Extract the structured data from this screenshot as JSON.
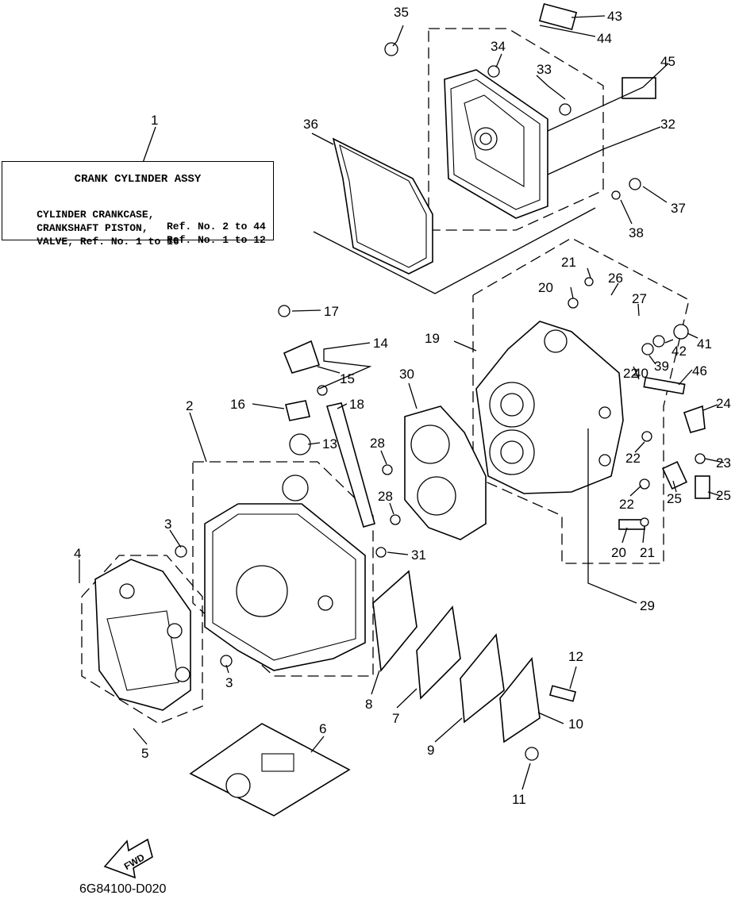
{
  "info_box": {
    "callout": "1",
    "title": "CRANK CYLINDER ASSY",
    "lines": [
      {
        "text": "CYLINDER CRANKCASE,",
        "ref": "Ref. No. 2 to 44"
      },
      {
        "text": "CRANKSHAFT PISTON,",
        "ref": "Ref. No. 1 to 12"
      },
      {
        "text": "VALVE, Ref. No. 1 to 16",
        "ref": ""
      }
    ]
  },
  "fwd_label": "FWD",
  "diagram_code": "6G84100-D020",
  "callouts": [
    "2",
    "3",
    "3",
    "4",
    "5",
    "6",
    "7",
    "8",
    "9",
    "10",
    "11",
    "12",
    "13",
    "14",
    "15",
    "16",
    "17",
    "18",
    "19",
    "20",
    "20",
    "21",
    "21",
    "22",
    "22",
    "22",
    "23",
    "24",
    "25",
    "25",
    "26",
    "27",
    "28",
    "28",
    "29",
    "30",
    "31",
    "32",
    "33",
    "34",
    "35",
    "36",
    "37",
    "38",
    "39",
    "40",
    "41",
    "42",
    "43",
    "44",
    "45",
    "46"
  ]
}
